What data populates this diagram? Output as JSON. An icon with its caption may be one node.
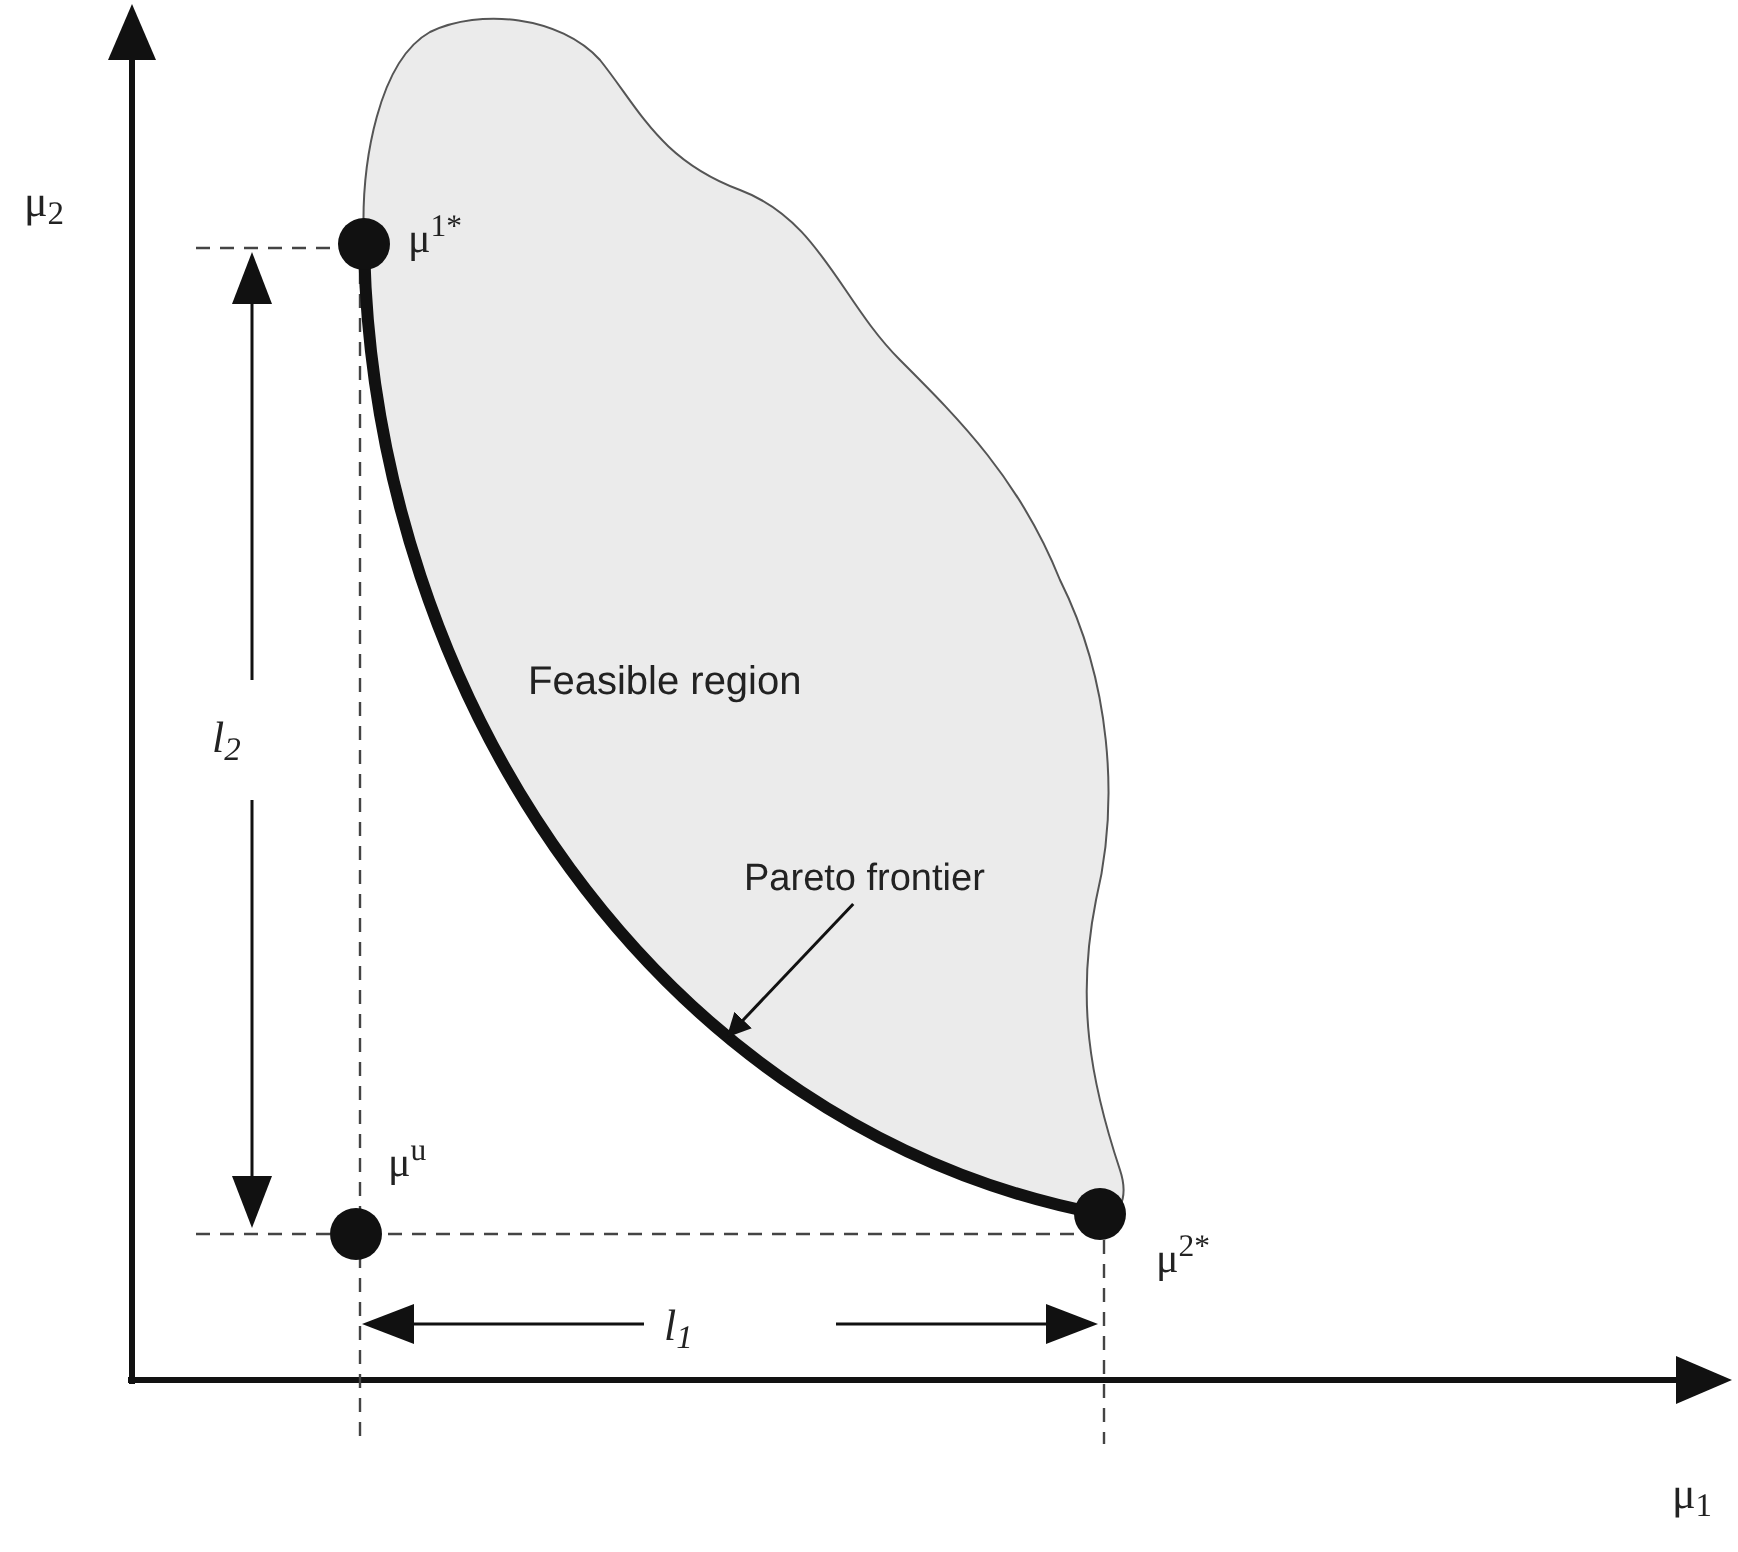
{
  "diagram": {
    "nodes": [
      {
        "text": [
          "Feasible region"
        ]
      },
      {
        "text": [],
        "shape": "circle",
        "beside": [
          "μ$^{1*}$"
        ]
      },
      {
        "text": [],
        "shape": "circle",
        "beside": [
          "μ$^{u}$"
        ]
      },
      {
        "text": [],
        "shape": "circle",
        "beside": [
          "μ$^{2*}$"
        ]
      },
      {
        "text": [
          "Pareto frontier"
        ],
        "in": 0
      }
    ],
    "edges": [
      {
        "from": 4,
        "to": 0,
        "arrow": "to"
      }
    ],
    "labels": [
      "μ$_{2}$",
      "l$_{2}$",
      "l$_{1}$",
      "μ$_{1}$"
    ]
  }
}
